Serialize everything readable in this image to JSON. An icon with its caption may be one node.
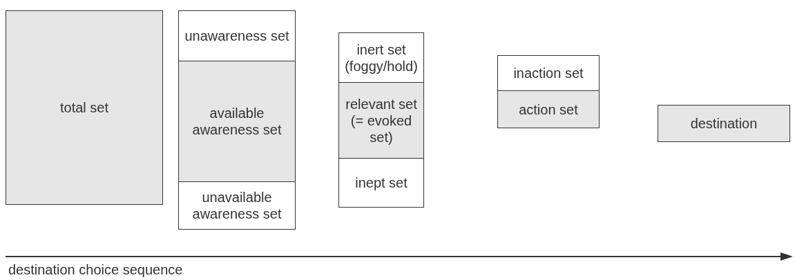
{
  "diagram": {
    "nodes": [
      {
        "text": [
          "total set"
        ]
      },
      {
        "text": [
          "unawareness set"
        ]
      },
      {
        "text": [
          "available awareness set"
        ]
      },
      {
        "text": [
          "unavailable awareness set"
        ]
      },
      {
        "text": [
          "inert set (foggy/hold)"
        ]
      },
      {
        "text": [
          "relevant set (= evoked set)"
        ]
      },
      {
        "text": [
          "inept set"
        ]
      },
      {
        "text": [
          "inaction set"
        ]
      },
      {
        "text": [
          "action set"
        ]
      },
      {
        "text": [
          "destination"
        ]
      }
    ],
    "labels": [
      "destination choice sequence"
    ]
  }
}
